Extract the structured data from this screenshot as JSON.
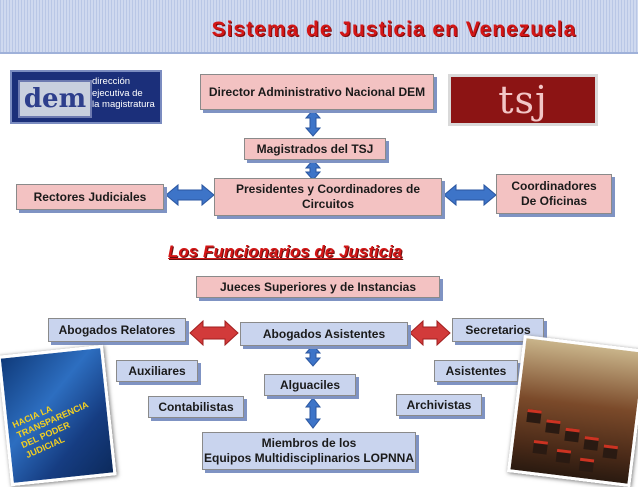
{
  "title": "Sistema de Justicia en Venezuela",
  "logos": {
    "dem": {
      "badge": "dem",
      "line1": "dirección",
      "line2": "ejecutiva de",
      "line3": "la magistratura"
    },
    "tsj": {
      "text": "tsj"
    }
  },
  "nodes": {
    "director": "Director Administrativo Nacional DEM",
    "magistrados": "Magistrados del TSJ",
    "presidentes": "Presidentes y Coordinadores de Circuitos",
    "rectores": "Rectores Judiciales",
    "coordinadores": "Coordinadores De Oficinas"
  },
  "subtitle": "Los Funcionarios de Justicia",
  "funcionarios": {
    "jueces": "Jueces Superiores y de Instancias",
    "abogados_relatores": "Abogados Relatores",
    "abogados_asistentes": "Abogados Asistentes",
    "secretarios": "Secretarios",
    "auxiliares": "Auxiliares",
    "asistentes": "Asistentes",
    "alguaciles": "Alguaciles",
    "contabilistas": "Contabilistas",
    "archivistas": "Archivistas",
    "miembros_line1": "Miembros de los",
    "miembros_line2": "Equipos Multidisciplinarios LOPNNA"
  },
  "photo_left_text": "HACIA LA TRANSPARENCIA DEL PODER JUDICIAL",
  "colors": {
    "title": "#d31616",
    "box_pink": "#f3c2c2",
    "box_blue": "#c9d4ee",
    "arrow_red": "#d23a3a",
    "arrow_blue": "#3d74c8"
  }
}
